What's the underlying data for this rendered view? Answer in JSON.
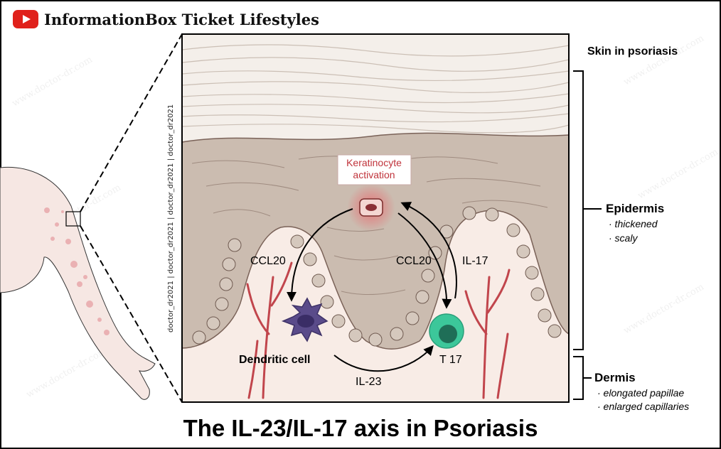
{
  "header": {
    "brand": "InformationBox Ticket Lifestyles",
    "icon": "youtube-play-icon",
    "icon_color": "#e0211b"
  },
  "side_labels": {
    "skin": "Skin in psoriasis",
    "epidermis": {
      "heading": "Epidermis",
      "items": [
        "· thickened",
        "· scaly"
      ]
    },
    "dermis": {
      "heading": "Dermis",
      "items": [
        "· elongated papillae",
        "· enlarged capillaries"
      ]
    }
  },
  "diagram": {
    "keratinocyte": "Keratinocyte activation",
    "keratinocyte_line1": "Keratinocyte",
    "keratinocyte_line2": "activation",
    "ccl20_left": "CCL20",
    "ccl20_right": "CCL20",
    "il17": "IL-17",
    "il23": "IL-23",
    "dendritic": "Dendritic cell",
    "tcell": "T  17",
    "social_handles": "doctor_dr2021 | doctor_dr2021 | doctor_dr2021 | doctor_dr2021"
  },
  "watermark": "www.doctor-dr.com",
  "colors": {
    "epidermis": "#cbbcb0",
    "stratum": "#f4efea",
    "dermis": "#f8ece6",
    "dendritic": "#5a4b8a",
    "tcell": "#3cc79a",
    "capillary": "#c1454c",
    "keratinocyte_glow": "#e86a6f"
  },
  "title": "The IL-23/IL-17 axis in Psoriasis"
}
